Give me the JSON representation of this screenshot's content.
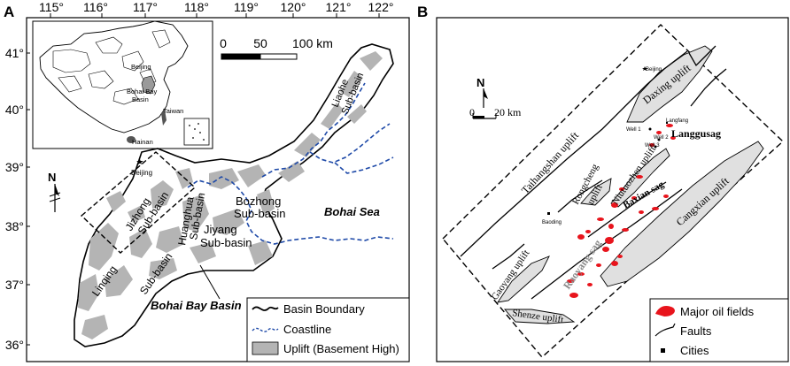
{
  "panelA": {
    "letter": "A",
    "lon_ticks": [
      "115°",
      "116°",
      "117°",
      "118°",
      "119°",
      "120°",
      "121°",
      "122°"
    ],
    "lat_ticks": [
      "41°",
      "40°",
      "39°",
      "38°",
      "37°",
      "36°"
    ],
    "inset": {
      "beijing": "Beijing",
      "bbb_line1": "Bohai Bay",
      "bbb_line2": "Basin",
      "taiwan": "Taiwan",
      "hainan": "Hainan"
    },
    "scale": {
      "t0": "0",
      "t1": "50",
      "t2": "100 km"
    },
    "north": "N",
    "beijing": "Beijing",
    "labels": {
      "jizhong1": "Jizhong",
      "jizhong2": "Sub-basin",
      "huanghua1": "Huanghua",
      "huanghua2": "Sub-basin",
      "bozhong1": "Bozhong",
      "bozhong2": "Sub-basin",
      "jiyang1": "Jiyang",
      "jiyang2": "Sub-basin",
      "liaohe1": "Liaohe",
      "liaohe2": "Sub-basin",
      "linqing1": "Linqing",
      "linqing2": "Sub-basin",
      "bohai_sea": "Bohai Sea",
      "bohai_bay_basin": "Bohai Bay Basin"
    },
    "legend": [
      "Basin Boundary",
      "Coastline",
      "Uplift (Basement High)"
    ]
  },
  "panelB": {
    "letter": "B",
    "north": "N",
    "scale": {
      "t0": "0",
      "t1": "20 km"
    },
    "labels": {
      "beijing": "Beijing",
      "daxing": "Daxing uplift",
      "langfang": "Langfang",
      "well1": "Well 1",
      "well2": "Well 2",
      "well3": "Well 3",
      "langgusag": "Langgusag",
      "taihangshan": "Taihangshan uplift",
      "rongcheng1": "Rongcheng",
      "rongcheng2": "uplift",
      "niutuozhen": "Niutuozhen uplift",
      "baxian": "Baxian sag",
      "baoding": "Baoding",
      "cangxian": "Cangxian uplift",
      "gaoyang": "Gaoyang uplift",
      "raoyang": "Raoyang sag",
      "shenze": "Shenze uplift"
    },
    "legend": [
      "Major oil fields",
      "Faults",
      "Cities"
    ]
  },
  "colors": {
    "uplift": "#b4b4b4",
    "coast": "#1f4aa8",
    "oil": "#e8141c",
    "inset_bbb": "#9a9a9a"
  }
}
